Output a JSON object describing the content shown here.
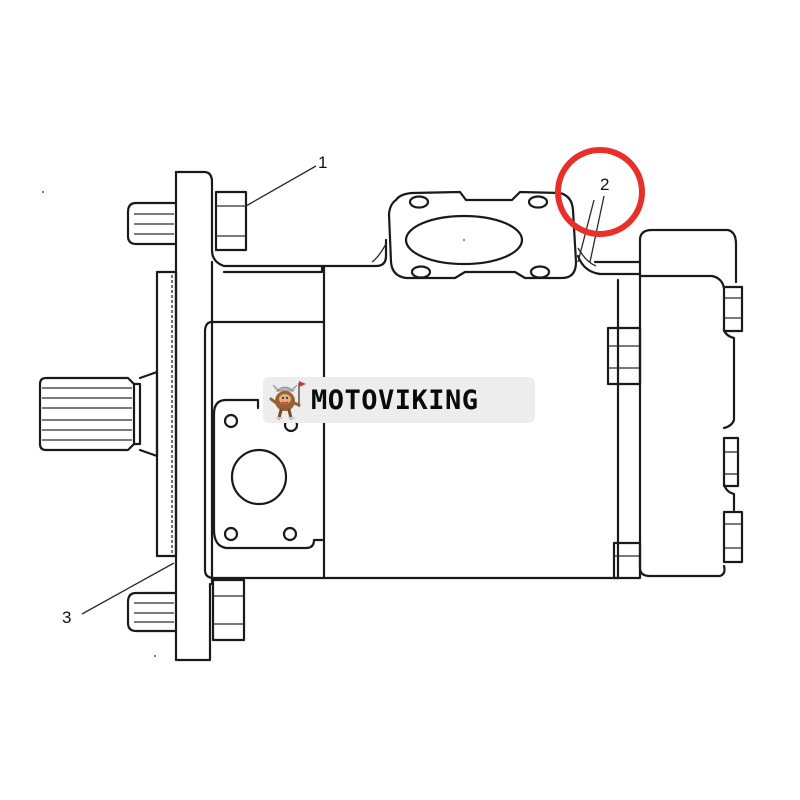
{
  "diagram": {
    "type": "exploded parts line drawing",
    "subject": "hydraulic gear pump (side view)",
    "callouts": [
      {
        "id": "callout-1",
        "label": "1",
        "points_to": "flange mounting bolt head"
      },
      {
        "id": "callout-2",
        "label": "2",
        "points_to": "port seal / gasket area",
        "highlighted": true
      },
      {
        "id": "callout-3",
        "label": "3",
        "points_to": "mounting flange O-ring / seal"
      }
    ],
    "highlight": {
      "shape": "circle",
      "color": "#e8302a",
      "target": "callout-2"
    }
  },
  "watermark": {
    "brand": "MOTOVIKING",
    "logo_icon": "viking-mascot-icon",
    "background": "#ededed"
  },
  "colors": {
    "line": "#1a1a1a",
    "background": "#ffffff",
    "highlight_ring": "#e8302a"
  }
}
